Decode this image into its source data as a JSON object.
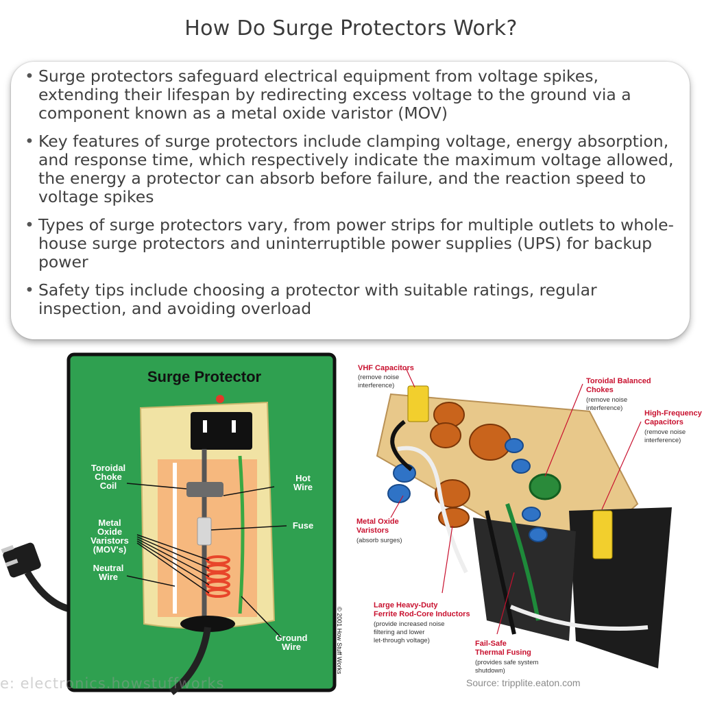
{
  "title": "How Do Surge Protectors Work?",
  "bullets": [
    "Surge protectors safeguard electrical equipment from voltage spikes, extending their lifespan by redirecting excess voltage to the ground via a component known as a metal oxide varistor (MOV)",
    "Key features of surge protectors include clamping voltage, energy absorption, and response time, which respectively indicate the maximum voltage allowed, the energy a protector can absorb before failure, and the reaction speed to voltage spikes",
    "Types of surge protectors vary, from power strips for multiple outlets to whole-house surge protectors and uninterruptible power supplies (UPS) for backup power",
    "Safety tips include choosing a protector with suitable ratings, regular inspection, and avoiding overload"
  ],
  "left_figure": {
    "heading": "Surge Protector",
    "labels": {
      "toroidal": [
        "Toroidal",
        "Choke",
        "Coil"
      ],
      "metal": [
        "Metal",
        "Oxide",
        "Varistors",
        "(MOV's)"
      ],
      "neutral": [
        "Neutral",
        "Wire"
      ],
      "hot": [
        "Hot",
        "Wire"
      ],
      "fuse": "Fuse",
      "ground": [
        "Ground",
        "Wire"
      ]
    },
    "copyright": "© 2001 How Stuff Works",
    "watermark": "e: electronics.howstuffworks"
  },
  "right_figure": {
    "callouts": {
      "vhf": "VHF Capacitors",
      "vhf_sub": [
        "(remove noise",
        "interference)"
      ],
      "toroidal": [
        "Toroidal Balanced",
        "Chokes"
      ],
      "toroidal_sub": [
        "(remove noise",
        "interference)"
      ],
      "hf": [
        "High-Frequency",
        "Capacitors"
      ],
      "hf_sub": [
        "(remove noise",
        "interference)"
      ],
      "mov": [
        "Metal Oxide",
        "Varistors"
      ],
      "mov_sub": "(absorb surges)",
      "ferrite": [
        "Large Heavy-Duty",
        "Ferrite Rod-Core Inductors"
      ],
      "ferrite_sub": [
        "(provide increased noise",
        "filtering and lower",
        "let-through voltage)"
      ],
      "fuse": [
        "Fail-Safe",
        "Thermal Fusing"
      ],
      "fuse_sub": [
        "(provides safe system",
        "shutdown)"
      ]
    },
    "source": "Source: tripplite.eaton.com"
  }
}
